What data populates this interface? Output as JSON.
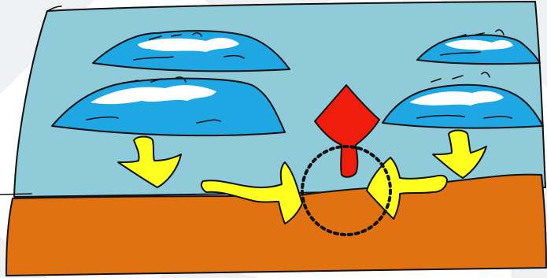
{
  "colors": {
    "background": "#ffffff",
    "watermark": "#e9e9ec",
    "sky": "#8fcbd8",
    "ground": "#e07212",
    "cloud": "#1ea7e3",
    "cloud_highlight": "#ffffff",
    "downward_flow_arrows": "#ffff1f",
    "upward_flow_arrow": "#f01c0c",
    "focus_circle": "#111111",
    "outline": "#111111"
  },
  "diagram": {
    "layers": [
      "sky",
      "ground"
    ],
    "cloud_count": 4,
    "downward_arrow_count": 2,
    "surface_outflow_arrow_count": 2,
    "upward_arrow_count": 1,
    "focus_circle": "dotted"
  }
}
